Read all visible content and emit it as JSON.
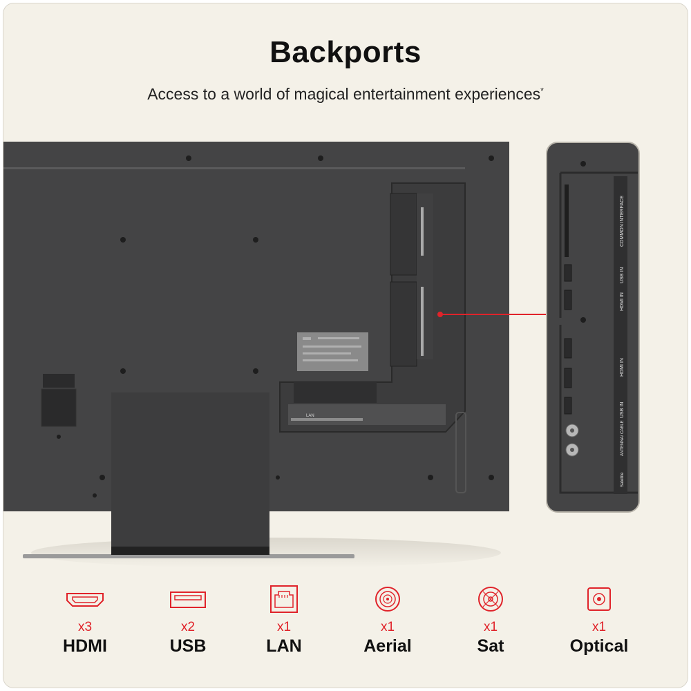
{
  "header": {
    "title": "Backports",
    "subtitle": "Access to a world of magical entertainment experiences",
    "subtitle_mark": "*"
  },
  "colors": {
    "accent": "#e0232a",
    "tv_body": "#444445",
    "background": "#f4f1e8"
  },
  "port_labels": {
    "common_interface": "COMMON INTERFACE",
    "usb_in_1": "USB IN",
    "hdmi_in_1": "HDMI IN",
    "hdmi_in_3": "HDMI IN",
    "usb_in_2": "USB IN",
    "antenna_cable": "ANTENNA/ CABLE",
    "satellite": "Satellite",
    "lan": "LAN"
  },
  "features": [
    {
      "icon": "hdmi-icon",
      "qty": "x3",
      "label": "HDMI"
    },
    {
      "icon": "usb-icon",
      "qty": "x2",
      "label": "USB"
    },
    {
      "icon": "lan-icon",
      "qty": "x1",
      "label": "LAN"
    },
    {
      "icon": "aerial-icon",
      "qty": "x1",
      "label": "Aerial"
    },
    {
      "icon": "sat-icon",
      "qty": "x1",
      "label": "Sat"
    },
    {
      "icon": "optical-icon",
      "qty": "x1",
      "label": "Optical"
    }
  ]
}
